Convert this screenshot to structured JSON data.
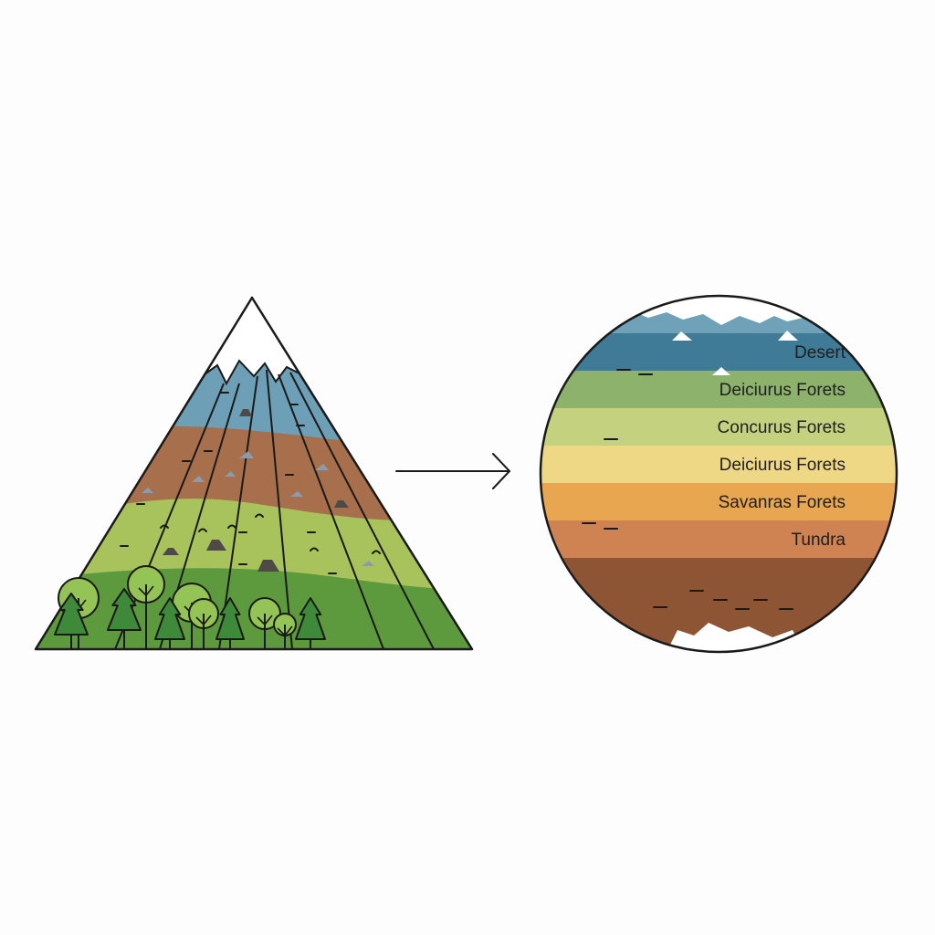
{
  "diagram": {
    "bands": [
      {
        "label": "",
        "color": "#6fa2b8"
      },
      {
        "label": "Desert",
        "color": "#3f7a96"
      },
      {
        "label": "Deiciurus Forets",
        "color": "#8cb26c"
      },
      {
        "label": "Concurus Forets",
        "color": "#c4d27f"
      },
      {
        "label": "Deiciurus Forets",
        "color": "#efd885"
      },
      {
        "label": "Savanras Forets",
        "color": "#e9a651"
      },
      {
        "label": "Tundra",
        "color": "#cf8352"
      },
      {
        "label": "",
        "color": "#8e5534"
      }
    ],
    "colors": {
      "outline": "#1a1a1a",
      "snow": "#ffffff",
      "mountain_top": "#6d9fb6",
      "mountain_brown": "#a86f4c",
      "mountain_light_green": "#a9c35c",
      "mountain_dark_green": "#5d9a3d",
      "tree_light": "#94c455",
      "tree_dark": "#3f8a3a",
      "rock": "#4e4a48",
      "rock_light": "#8a9bb0"
    },
    "icons": [
      "mountain-icon",
      "arrow-right-icon",
      "globe-icon",
      "tree-icon"
    ]
  }
}
